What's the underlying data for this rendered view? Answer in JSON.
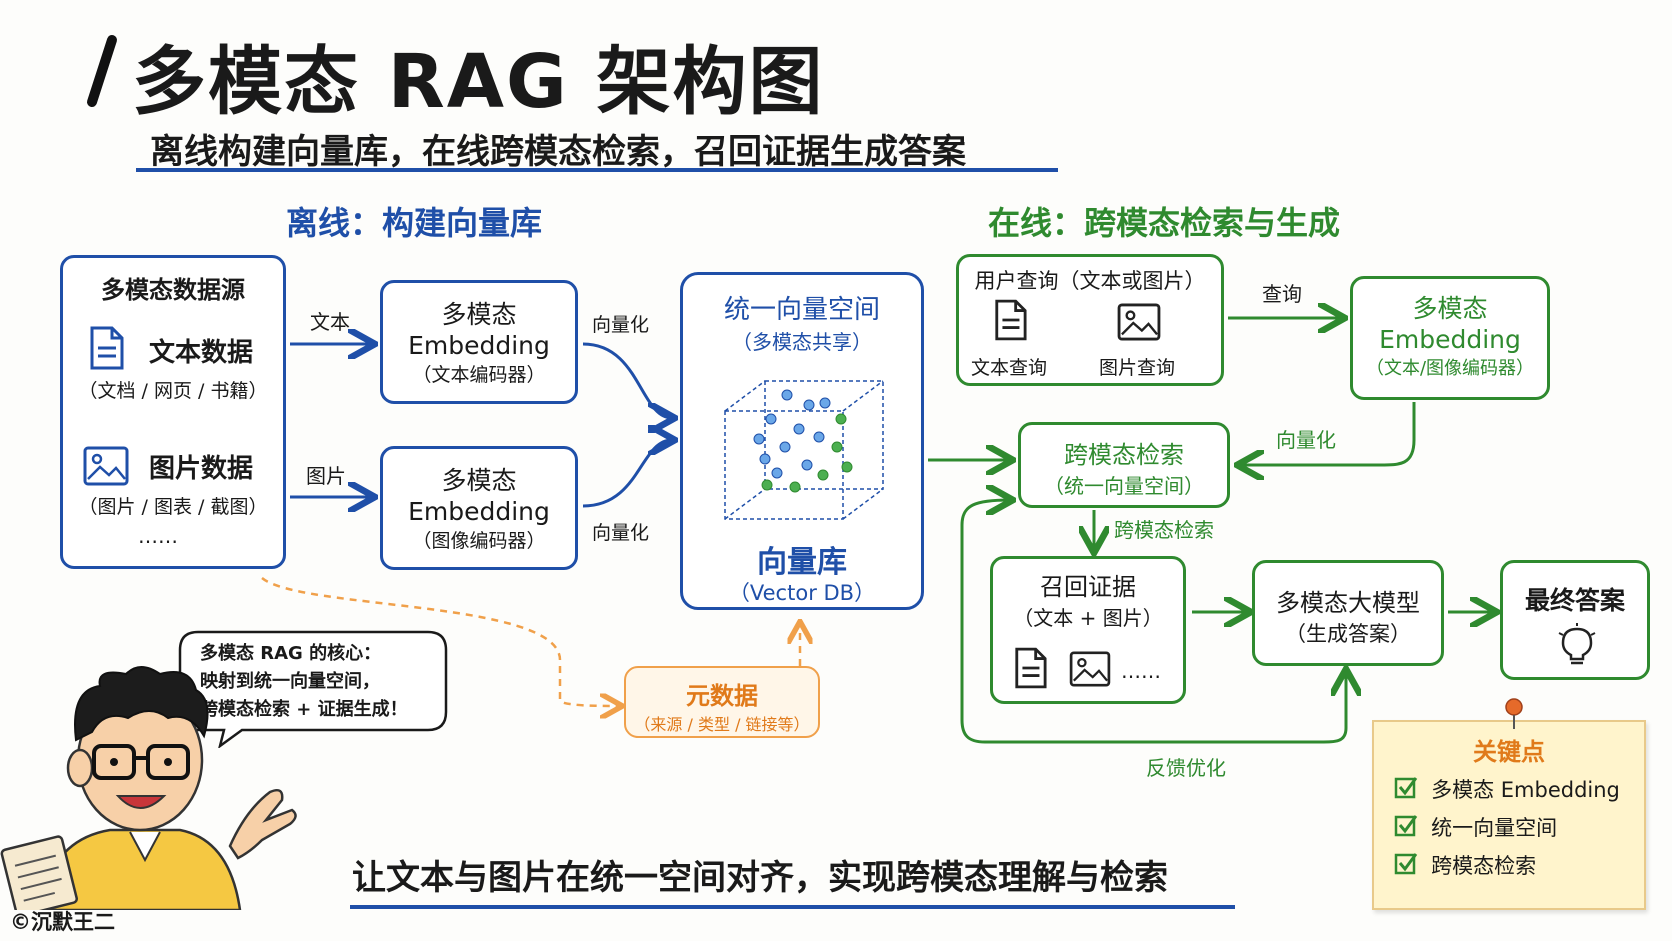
{
  "title": "多模态 RAG 架构图",
  "subtitle": "离线构建向量库，在线跨模态检索，召回证据生成答案",
  "offline_heading": "离线：构建向量库",
  "online_heading": "在线：跨模态检索与生成",
  "sources": {
    "title": "多模态数据源",
    "text_label": "文本数据",
    "text_sub": "（文档 / 网页 / 书籍）",
    "image_label": "图片数据",
    "image_sub": "（图片 / 图表 / 截图）",
    "more": "……"
  },
  "edge_text": "文本",
  "edge_image": "图片",
  "text_embed": {
    "line1": "多模态",
    "line2": "Embedding",
    "line3": "（文本编码器）"
  },
  "image_embed": {
    "line1": "多模态",
    "line2": "Embedding",
    "line3": "（图像编码器）"
  },
  "vectorize_1": "向量化",
  "vectorize_2": "向量化",
  "vector_space": {
    "title": "统一向量空间",
    "sub": "（多模态共享）",
    "db": "向量库",
    "db_en": "（Vector DB）"
  },
  "metadata": {
    "title": "元数据",
    "sub": "（来源 / 类型 / 链接等）"
  },
  "speech": {
    "line1": "多模态 RAG 的核心：",
    "line2": "映射到统一向量空间，",
    "line3": "跨模态检索 + 证据生成！"
  },
  "query": {
    "title": "用户查询（文本或图片）",
    "text_query": "文本查询",
    "image_query": "图片查询"
  },
  "edge_query": "查询",
  "online_embed": {
    "line1": "多模态",
    "line2": "Embedding",
    "line3": "（文本/图像编码器）"
  },
  "vectorize_3": "向量化",
  "retrieval": {
    "line1": "跨模态检索",
    "line2": "（统一向量空间）"
  },
  "edge_retrieval": "跨模态检索",
  "evidence": {
    "line1": "召回证据",
    "line2": "（文本 + 图片）",
    "more": "……"
  },
  "llm": {
    "line1": "多模态大模型",
    "line2": "（生成答案）"
  },
  "answer": {
    "title": "最终答案"
  },
  "feedback": "反馈优化",
  "keypoints": {
    "title": "关键点",
    "items": [
      "多模态 Embedding",
      "统一向量空间",
      "跨模态检索"
    ]
  },
  "bottom_caption": "让文本与图片在统一空间对齐，实现跨模态理解与检索",
  "credit": "©沉默王二",
  "colors": {
    "blue": "#1f4fa8",
    "green": "#2f8a2f",
    "orange": "#f0a04a"
  }
}
